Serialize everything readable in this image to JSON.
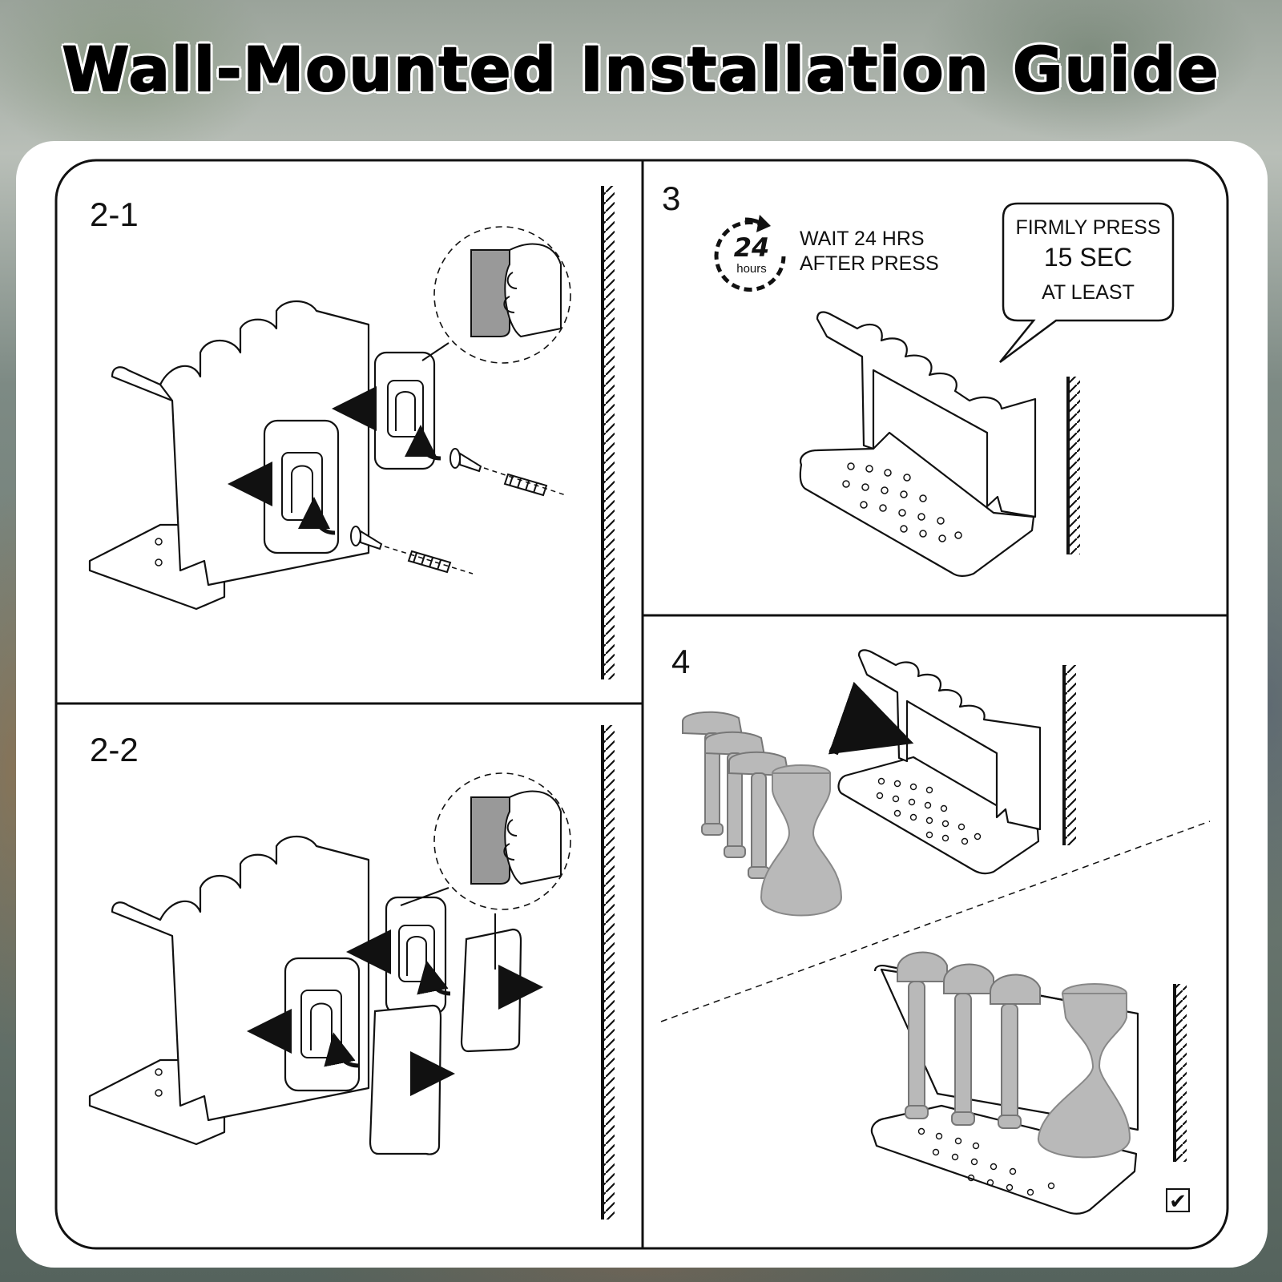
{
  "title": "Wall-Mounted Installation Guide",
  "steps": {
    "step_2_1": {
      "label": "2-1"
    },
    "step_2_2": {
      "label": "2-2"
    },
    "step_3": {
      "label": "3",
      "timer_number": "24",
      "timer_unit": "hours",
      "wait_line1": "WAIT 24 HRS",
      "wait_line2": "AFTER PRESS",
      "bubble_line1": "FIRMLY PRESS",
      "bubble_line2": "15 SEC",
      "bubble_line3": "AT LEAST"
    },
    "step_4": {
      "label": "4",
      "done_mark": "✔"
    }
  },
  "colors": {
    "line": "#111111",
    "product": "#ffffff",
    "accessory": "#b9b9b9",
    "card": "#ffffff"
  }
}
